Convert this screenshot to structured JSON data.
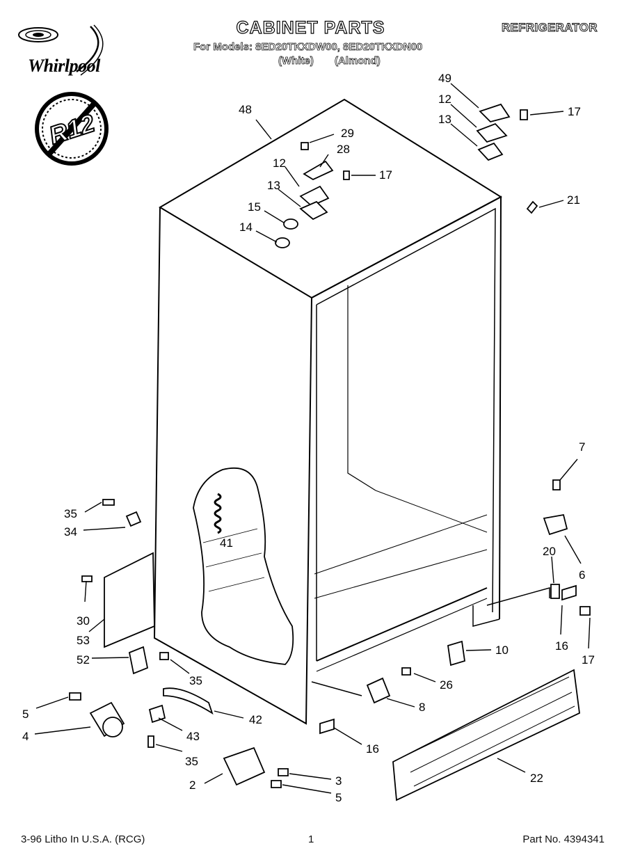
{
  "header": {
    "brand": "Whirlpool",
    "title": "CABINET PARTS",
    "appliance": "REFRIGERATOR",
    "models": "For Models: 8ED20TKXDW00, 8ED20TKXDN00",
    "colors": "(White)   (Almond)",
    "badge": "R12"
  },
  "footer": {
    "left": "3-96 Litho In U.S.A. (RCG)",
    "page": "1",
    "part_number": "Part No. 4394341"
  },
  "callouts": [
    "48",
    "29",
    "28",
    "17",
    "12",
    "13",
    "15",
    "14",
    "49",
    "12",
    "13",
    "17",
    "21",
    "7",
    "6",
    "20",
    "16",
    "17",
    "10",
    "26",
    "8",
    "16",
    "22",
    "35",
    "34",
    "41",
    "30",
    "53",
    "52",
    "35",
    "5",
    "4",
    "42",
    "43",
    "35",
    "2",
    "3",
    "5"
  ]
}
